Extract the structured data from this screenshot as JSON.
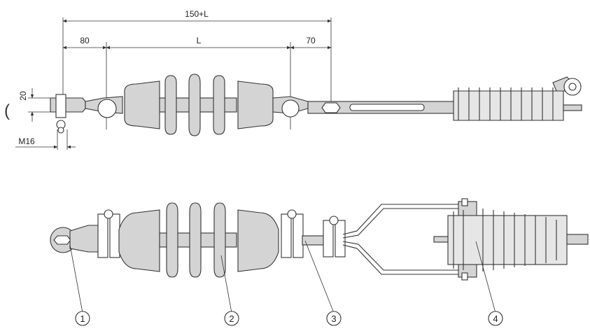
{
  "dimensions": {
    "overall": "150+L",
    "left_offset": "80",
    "middle": "L",
    "right_offset": "70",
    "height": "20",
    "bolt": "M16"
  },
  "callouts": [
    "1",
    "2",
    "3",
    "4"
  ],
  "bracket_glyph": "("
}
